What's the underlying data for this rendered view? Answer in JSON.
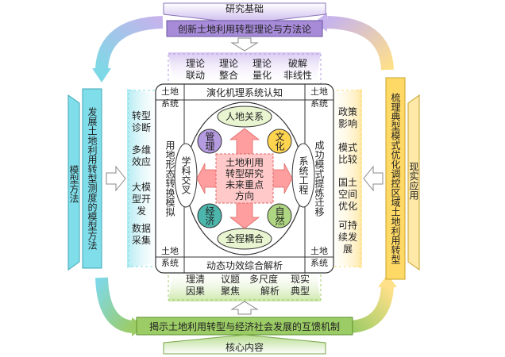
{
  "top": {
    "header": "研究基础",
    "title": "创新土地利用转型理论与方法论",
    "items": [
      [
        "理论",
        "联动"
      ],
      [
        "理论",
        "整合"
      ],
      [
        "理论",
        "量化"
      ],
      [
        "破解",
        "非线性"
      ]
    ]
  },
  "bottom": {
    "header": "核心内容",
    "title": "揭示土地利用转型与经济社会发展的互馈机制",
    "items": [
      [
        "理清",
        "因果"
      ],
      [
        "议题",
        "聚焦"
      ],
      [
        "多尺度",
        "解析"
      ],
      [
        "现实",
        "典型"
      ]
    ]
  },
  "left": {
    "header": "模型方法",
    "title": "发展土地利用转型测度的模型方法",
    "items": [
      [
        "转型",
        "诊断"
      ],
      [
        "多维",
        "效应"
      ],
      [
        "大模",
        "型开",
        "发"
      ],
      [
        "数据",
        "采集"
      ]
    ]
  },
  "right": {
    "header": "现实应用",
    "title": "梳理典型模式优化调控区域土地利用转型",
    "items": [
      [
        "政策",
        "影响"
      ],
      [
        "模式",
        "比较"
      ],
      [
        "国土",
        "空间",
        "优化"
      ],
      [
        "可持",
        "续发",
        "展"
      ]
    ]
  },
  "inner": {
    "corner": [
      "土地",
      "系统"
    ],
    "top_bar": "演化机理系统认知",
    "bottom_bar": "动态功效综合解析",
    "left_col": "用地形态转换模拟",
    "right_col": "成功模式提炼迁移",
    "pill_top": "人地关系",
    "pill_bottom": "全程耦合",
    "oval_left": "学科交叉",
    "oval_right": "系统工程",
    "circles": {
      "tl": "管理",
      "tr": "文化",
      "bl": "经济",
      "br": "自然"
    },
    "center": [
      "土地利用",
      "转型研究",
      "未来重点",
      "方向"
    ]
  },
  "colors": {
    "top_band": "#a78bd9",
    "bottom_band": "#9ccc65",
    "left_band": "#80deea",
    "right_band": "#ffd966",
    "cross": "#ff9e9e",
    "circle_tl": "#b59be0",
    "circle_tr": "#ffd54f",
    "circle_bl": "#4db6ac",
    "circle_br": "#aed581",
    "pill": "#e8f5d0"
  }
}
